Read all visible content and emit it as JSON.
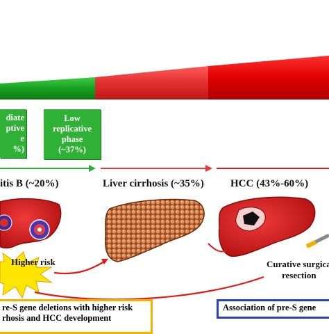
{
  "phases": {
    "intermediate": {
      "lines": [
        "diate",
        "ptive",
        "e",
        "%)"
      ]
    },
    "low": {
      "lines": [
        "Low",
        "replicative",
        "phase",
        "(~37%)"
      ]
    }
  },
  "stages": {
    "hepatitis": "itis B (~20%)",
    "cirrhosis": "Liver cirrhosis (~35%)",
    "hcc": "HCC (43%-60%)"
  },
  "higher_risk": "Higher risk",
  "resection": {
    "line1": "Curative surgica",
    "line2": "resection"
  },
  "notes": {
    "left": {
      "line1": "re-S gene deletions with higher risk",
      "line2": "rhosis and HCC development"
    },
    "right": {
      "line1": "Association of pre-S gene"
    }
  },
  "colors": {
    "green": "#2eb135",
    "red": "#e01a1a",
    "light_red": "#e83a3a",
    "note_left_border": "#f0b400",
    "note_right_border": "#2a3fbf"
  }
}
